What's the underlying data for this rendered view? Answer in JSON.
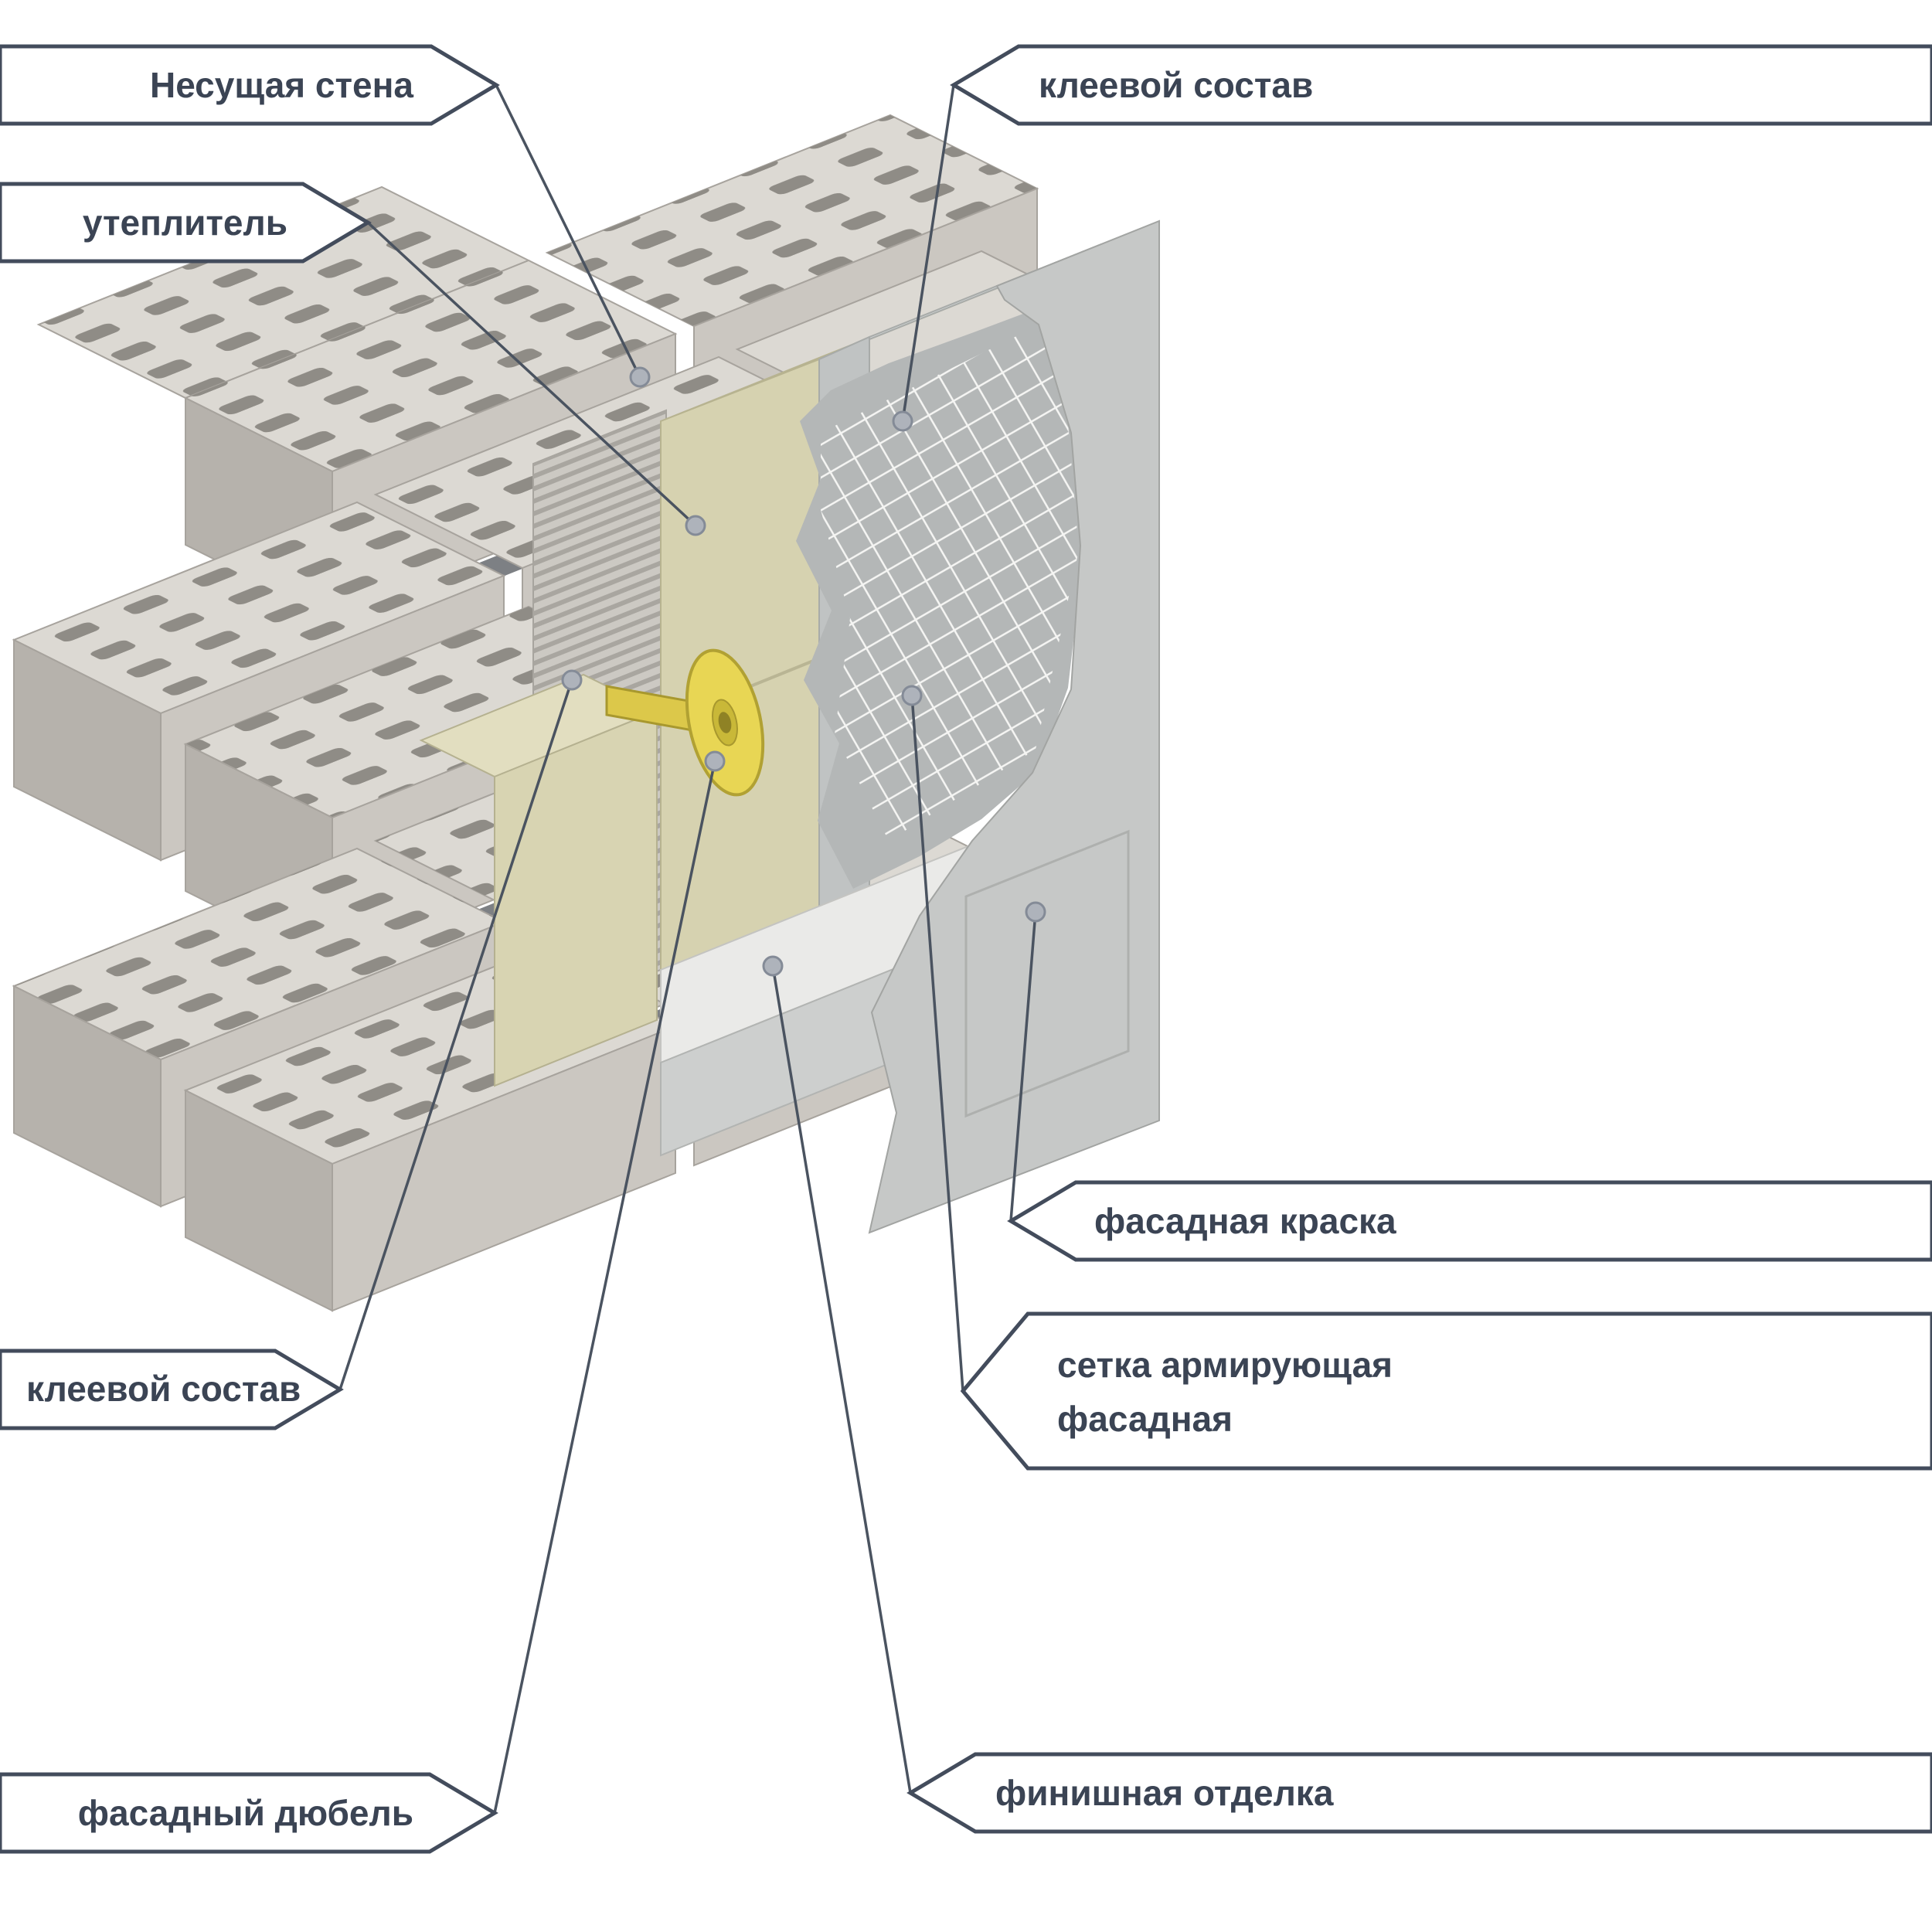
{
  "diagram": {
    "labels": {
      "load_bearing_wall": "Несущая стена",
      "insulation": "утеплитель",
      "adhesive_top": "клеевой состав",
      "adhesive_bottom": "клеевой состав",
      "facade_paint": "фасадная краска",
      "reinforcing_mesh_line1": "сетка армирующая",
      "reinforcing_mesh_line2": "фасадная",
      "finish_coat": "финишная отделка",
      "facade_dowel": "фасадный дюбель"
    },
    "colors": {
      "callout_border": "#434c5c",
      "label_text": "#3b4454",
      "leader_line": "#4a5360",
      "brick": "#cbc7c1",
      "insulation": "#d6d2b0",
      "dowel_yellow": "#e8d654",
      "mesh_white": "#f5f5f3",
      "finish_panel": "#c6c8c7"
    }
  }
}
